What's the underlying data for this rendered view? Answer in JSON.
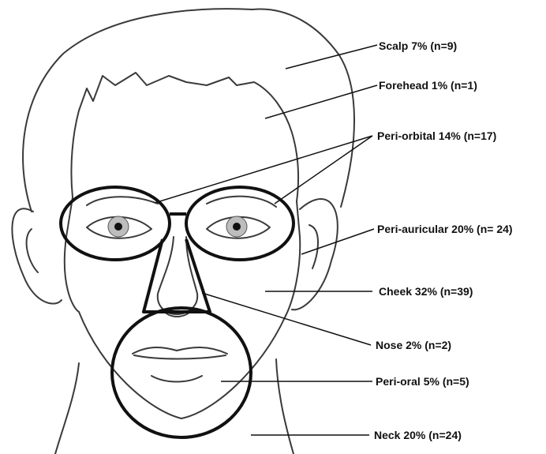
{
  "diagram": {
    "labels": {
      "scalp": "Scalp 7% (n=9)",
      "forehead": "Forehead 1% (n=1)",
      "periorbital": "Peri-orbital 14% (n=17)",
      "periauricular": "Peri-auricular 20% (n= 24)",
      "cheek": "Cheek 32% (n=39)",
      "nose": "Nose 2% (n=2)",
      "perioral": "Peri-oral 5% (n=5)",
      "neck": "Neck 20% (n=24)"
    },
    "colors": {
      "line": "#111111",
      "sketch": "#3a3a3a",
      "iris": "#bdbdbd",
      "pupil": "#111111"
    }
  }
}
